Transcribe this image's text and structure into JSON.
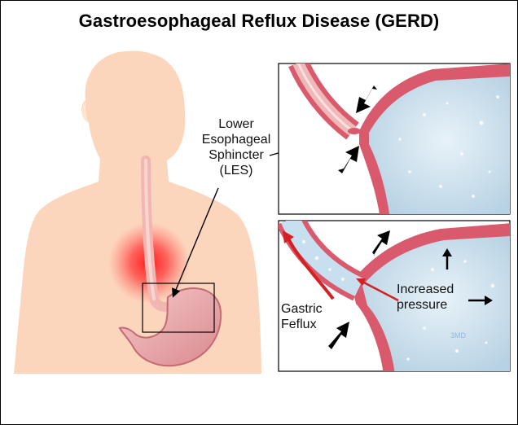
{
  "title": "Gastroesophageal Reflux Disease (GERD)",
  "les_label": [
    "Lower",
    "Esophageal",
    "Sphincter",
    "(LES)"
  ],
  "pressure_label": [
    "Increased",
    "pressure"
  ],
  "reflux_label": [
    "Gastric",
    "Feflux"
  ],
  "watermark": "3MD",
  "colors": {
    "skin": "#fcd6bc",
    "stomach_wall": "#d85a6c",
    "stomach_inner": "#c9e0ee",
    "reflux_arrow": "#d42020",
    "heartburn_glow": "#ff1a1a"
  }
}
